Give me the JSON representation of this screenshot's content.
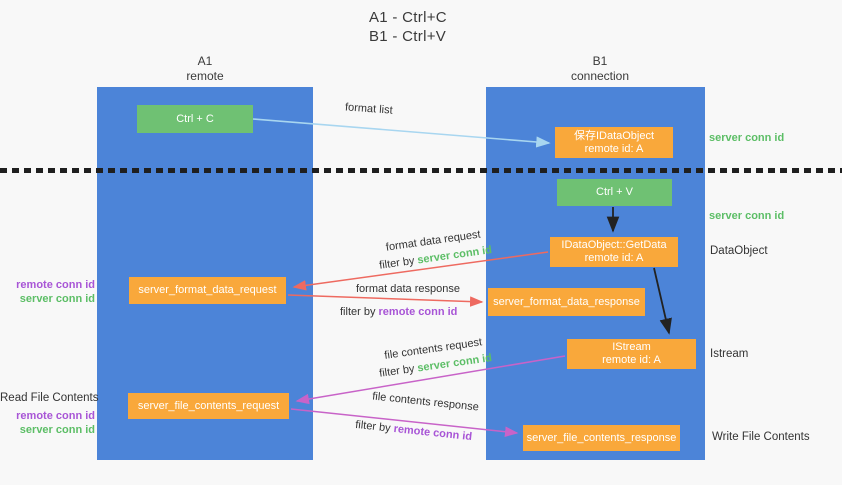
{
  "title": {
    "line1": "A1 - Ctrl+C",
    "line2": "B1 - Ctrl+V"
  },
  "lanes": {
    "left": {
      "name": "A1",
      "sub": "remote"
    },
    "right": {
      "name": "B1",
      "sub": "connection"
    }
  },
  "boxes": {
    "ctrl_c": {
      "label": "Ctrl + C"
    },
    "save_idataobject": {
      "line1": "保存IDataObject",
      "line2": "remote id: A"
    },
    "ctrl_v": {
      "label": "Ctrl + V"
    },
    "getdata": {
      "line1": "IDataObject::GetData",
      "line2": "remote id: A"
    },
    "format_request": {
      "label": "server_format_data_request"
    },
    "format_response": {
      "label": "server_format_data_response"
    },
    "istream": {
      "line1": "IStream",
      "line2": "remote id: A"
    },
    "file_request": {
      "label": "server_file_contents_request"
    },
    "file_response": {
      "label": "server_file_contents_response"
    }
  },
  "arrows": {
    "format_list": {
      "label": "format list"
    },
    "format_data_request": {
      "label": "format data request",
      "filter_prefix": "filter by",
      "filter_id": "server conn id"
    },
    "format_data_response": {
      "label": "format data response",
      "filter_prefix": "filter by",
      "filter_id": "remote conn id"
    },
    "file_contents_request": {
      "label": "file contents request",
      "filter_prefix": "filter by",
      "filter_id": "server conn id"
    },
    "file_contents_response": {
      "label": "file contents response",
      "filter_prefix": "filter by",
      "filter_id": "remote conn id"
    }
  },
  "side_labels": {
    "server_conn_id_right_top": "server conn id",
    "server_conn_id_right_mid": "server conn id",
    "dataobject": "DataObject",
    "istream": "Istream",
    "write_file_contents": "Write File Contents",
    "read_file_contents": "Read File Contents",
    "remote_conn_id_left_1": "remote conn id",
    "server_conn_id_left_1": "server conn id",
    "remote_conn_id_left_2": "remote conn id",
    "server_conn_id_left_2": "server conn id"
  },
  "colors": {
    "lane_blue": "#4c84d8",
    "box_green": "#6fc173",
    "box_orange": "#f9a83b",
    "label_green": "#5cbe66",
    "label_purple": "#a855d6",
    "arrow_red": "#ee6a60",
    "arrow_purple": "#c863c8",
    "arrow_light_blue": "#a8d6f0",
    "arrow_black": "#222222",
    "background": "#f8f8f8"
  }
}
